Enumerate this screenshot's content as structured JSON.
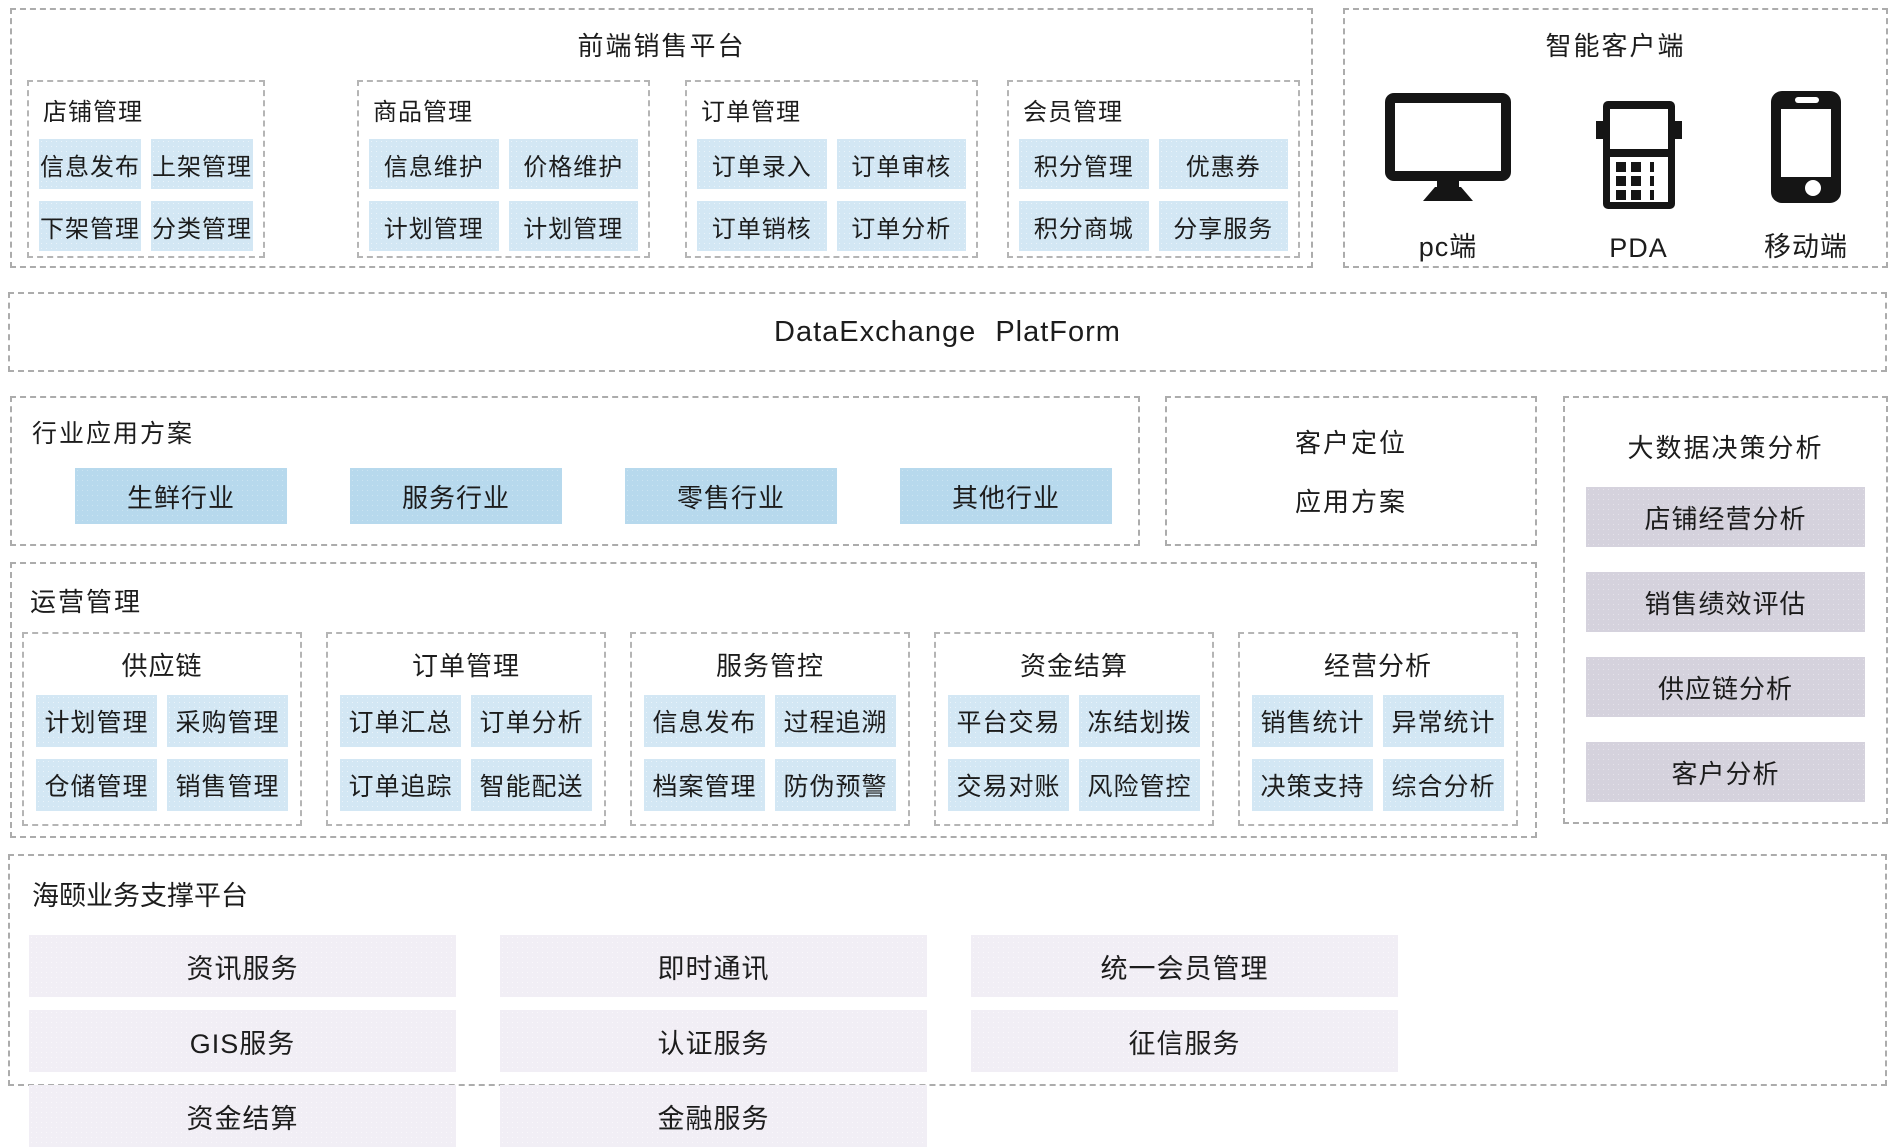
{
  "front_platform": {
    "title": "前端销售平台",
    "groups": [
      {
        "title": "店铺管理",
        "items": [
          "信息发布",
          "上架管理",
          "下架管理",
          "分类管理"
        ]
      },
      {
        "title": "商品管理",
        "items": [
          "信息维护",
          "价格维护",
          "计划管理",
          "计划管理"
        ]
      },
      {
        "title": "订单管理",
        "items": [
          "订单录入",
          "订单审核",
          "订单销核",
          "订单分析"
        ]
      },
      {
        "title": "会员管理",
        "items": [
          "积分管理",
          "优惠券",
          "积分商城",
          "分享服务"
        ]
      }
    ]
  },
  "smart_client": {
    "title": "智能客户端",
    "devices": [
      {
        "icon": "desktop-monitor-icon",
        "label": "pc端"
      },
      {
        "icon": "pda-device-icon",
        "label": "PDA"
      },
      {
        "icon": "smartphone-icon",
        "label": "移动端"
      }
    ]
  },
  "data_exchange": {
    "title": "DataExchange PlatForm"
  },
  "industry_solutions": {
    "title": "行业应用方案",
    "items": [
      "生鲜行业",
      "服务行业",
      "零售行业",
      "其他行业"
    ]
  },
  "customer_positioning": {
    "line1": "客户定位",
    "line2": "应用方案"
  },
  "big_data": {
    "title": "大数据决策分析",
    "items": [
      "店铺经营分析",
      "销售绩效评估",
      "供应链分析",
      "客户分析"
    ]
  },
  "operations": {
    "title": "运营管理",
    "groups": [
      {
        "title": "供应链",
        "items": [
          "计划管理",
          "采购管理",
          "仓储管理",
          "销售管理"
        ]
      },
      {
        "title": "订单管理",
        "items": [
          "订单汇总",
          "订单分析",
          "订单追踪",
          "智能配送"
        ]
      },
      {
        "title": "服务管控",
        "items": [
          "信息发布",
          "过程追溯",
          "档案管理",
          "防伪预警"
        ]
      },
      {
        "title": "资金结算",
        "items": [
          "平台交易",
          "冻结划拨",
          "交易对账",
          "风险管控"
        ]
      },
      {
        "title": "经营分析",
        "items": [
          "销售统计",
          "异常统计",
          "决策支持",
          "综合分析"
        ]
      }
    ]
  },
  "support_platform": {
    "title": "海颐业务支撑平台",
    "items": [
      "资讯服务",
      "即时通讯",
      "统一会员管理",
      "GIS服务",
      "认证服务",
      "征信服务",
      "资金结算",
      "金融服务"
    ]
  },
  "colors": {
    "chip_blue": "#d3e7f4",
    "chip_blue_large": "#b7d9ed",
    "chip_lavender": "#d5d2dd",
    "chip_light": "#f1eef5",
    "border_dash": "#acacac",
    "text": "#1c1c1c",
    "background": "#ffffff"
  }
}
